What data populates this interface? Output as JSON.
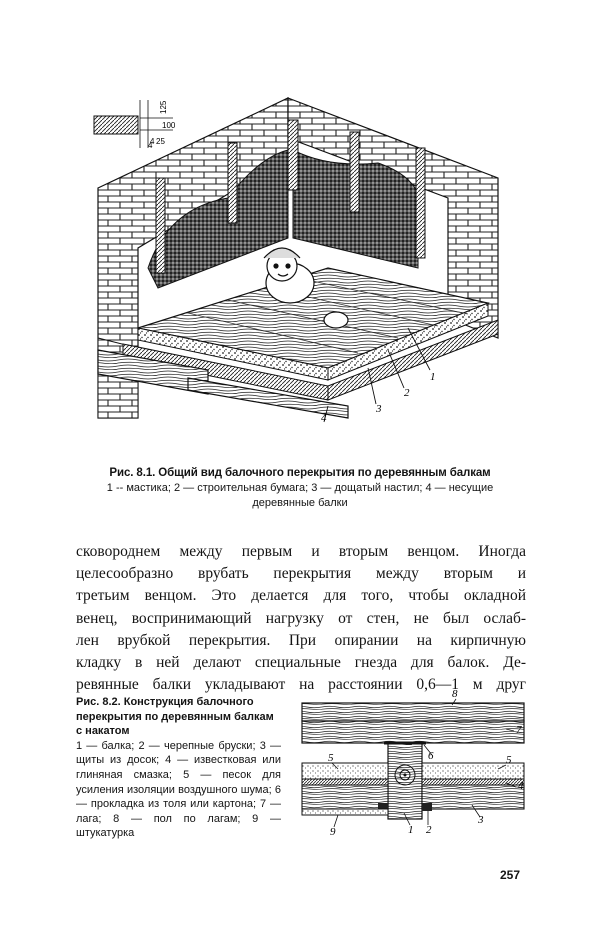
{
  "figure1": {
    "caption_title": "Рис. 8.1. Общий вид балочного перекрытия по деревянным балкам",
    "caption_legend_line1": "1 -- мастика; 2 — строительная бумага; 3 — дощатый настил; 4 — несущие",
    "caption_legend_line2": "деревянные балки",
    "labels": [
      "1",
      "2",
      "3",
      "4"
    ],
    "dims": [
      "4",
      "4",
      "125",
      "25",
      "100"
    ]
  },
  "body_lines": [
    "сковороднем между  первым и  вторым венцом. Иногда",
    "целесообразно врубать перекрытия между  вторым и",
    "третьим венцом. Это делается для того, чтобы  окладной",
    "венец, воспринимающий нагрузку от стен, не был  ослаб-",
    "лен врубкой перекрытия. При опирании на кирпичную",
    "кладку в ней делают специальные гнезда для балок. Де-",
    "ревянные балки укладывают на расстоянии 0,6—1 м друг"
  ],
  "figure2": {
    "caption_title": "Рис. 8.2. Конструкция балочного перекрытия по деревянным балкам с накатом",
    "caption_legend": "1 — балка; 2 — черепные бруски; 3 — щиты из досок; 4 — известковая или глиняная смазка; 5 — песок для усиления изоляции воздушного шума; 6 — прокладка из толя или картона; 7 — лага; 8 — пол по лагам; 9 — штукатурка",
    "labels": [
      "8",
      "7",
      "6",
      "5",
      "5",
      "4",
      "1",
      "2",
      "3",
      "9"
    ]
  },
  "page_number": "257"
}
